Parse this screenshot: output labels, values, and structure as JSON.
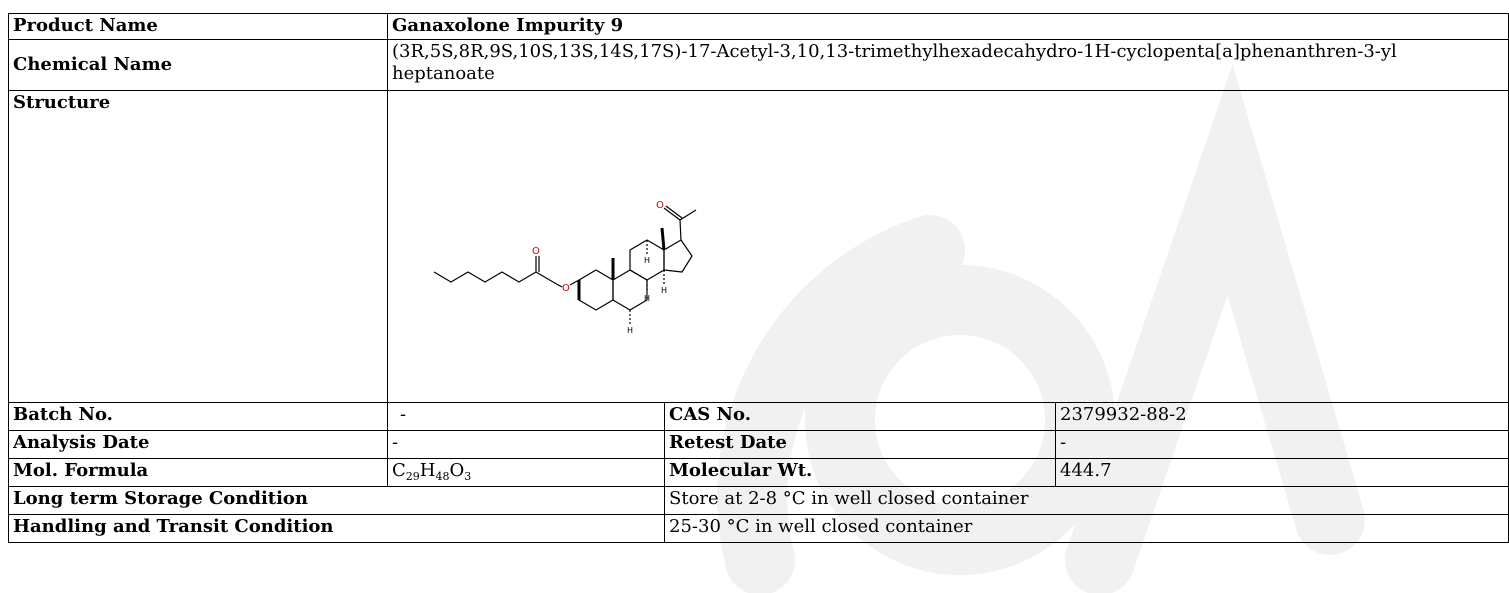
{
  "document": {
    "product_name_label": "Product Name",
    "product_name_value": "Ganaxolone Impurity 9",
    "chemical_name_label": "Chemical Name",
    "chemical_name_value": "(3R,5S,8R,9S,10S,13S,14S,17S)-17-Acetyl-3,10,13-trimethylhexadecahydro-1H-cyclopenta[a]phenanthren-3-yl heptanoate",
    "structure_label": "Structure",
    "structure_atoms": {
      "o_carbonyl": "O",
      "o_ester": "O",
      "o_ester_carbonyl": "O",
      "h": "H"
    },
    "batch_label": "Batch No.",
    "batch_value": "-",
    "cas_label": "CAS No.",
    "cas_value": "2379932-88-2",
    "analysis_date_label": "Analysis Date",
    "analysis_date_value": "-",
    "retest_label": "Retest Date",
    "retest_value": "-",
    "mol_formula_label": "Mol. Formula",
    "mol_formula": {
      "c": "C",
      "c_n": "29",
      "h": "H",
      "h_n": "48",
      "o": "O",
      "o_n": "3"
    },
    "mol_wt_label": "Molecular Wt.",
    "mol_wt_value": "444.7",
    "storage_label": "Long term Storage Condition",
    "storage_value": "Store at 2-8 °C in well closed container",
    "handling_label": "Handling and Transit Condition",
    "handling_value": "25-30 °C in well closed container"
  },
  "watermark": {
    "text": "COA",
    "color": "#f2f2f2"
  },
  "colors": {
    "border": "#000000",
    "oxygen": "#cc0000"
  }
}
